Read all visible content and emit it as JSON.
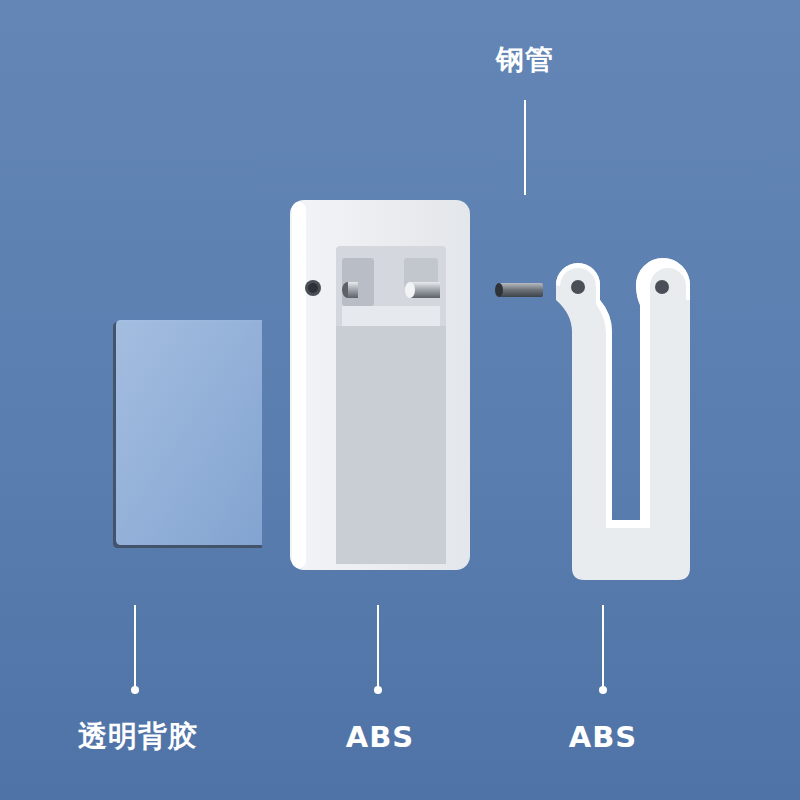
{
  "diagram": {
    "labels": [
      "钢管",
      "透明背胶",
      "ABS",
      "ABS"
    ]
  }
}
